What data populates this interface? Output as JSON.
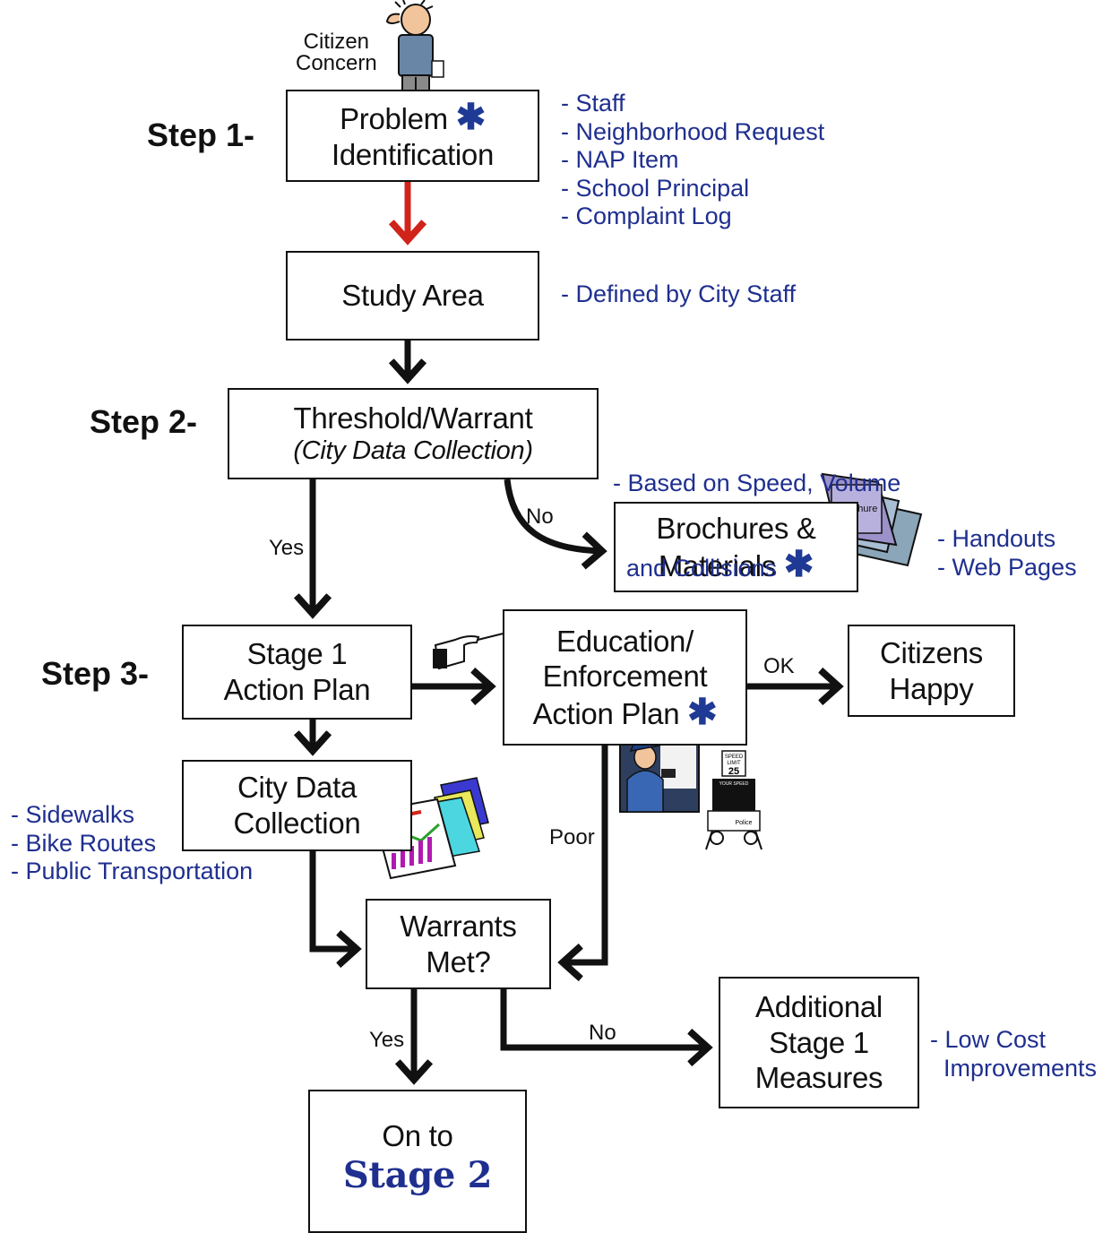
{
  "citizen_concern": [
    "Citizen",
    "Concern"
  ],
  "steps": {
    "step1": "Step 1-",
    "step2": "Step 2-",
    "step3": "Step 3-"
  },
  "boxes": {
    "problem_identification": [
      "Problem",
      "Identification"
    ],
    "study_area": "Study Area",
    "threshold_warrant": "Threshold/Warrant",
    "threshold_sub": "(City Data Collection)",
    "brochures": [
      "Brochures &",
      "Materials"
    ],
    "stage1_action_plan": [
      "Stage 1",
      "Action Plan"
    ],
    "education_enforcement": [
      "Education/",
      "Enforcement",
      "Action Plan"
    ],
    "citizens_happy": [
      "Citizens",
      "Happy"
    ],
    "city_data_collection": [
      "City Data",
      "Collection"
    ],
    "warrants_met": [
      "Warrants",
      "Met?"
    ],
    "additional_measures": [
      "Additional",
      "Stage 1",
      "Measures"
    ],
    "on_to": "On to",
    "stage2": "Stage 2"
  },
  "asterisk": "✱",
  "side_notes": {
    "problem_sources": [
      "- Staff",
      "- Neighborhood Request",
      "- NAP Item",
      "- School Principal",
      "- Complaint Log"
    ],
    "study_area": [
      "- Defined by City Staff"
    ],
    "threshold": [
      "- Based on Speed, Volume",
      "  and Collisions"
    ],
    "brochures": [
      "- Handouts",
      "- Web Pages"
    ],
    "city_data": [
      "- Sidewalks",
      "- Bike Routes",
      "- Public Transportation"
    ],
    "additional": [
      "- Low Cost",
      "  Improvements"
    ]
  },
  "edge_labels": {
    "threshold_no": "No",
    "threshold_yes": "Yes",
    "ok": "OK",
    "poor": "Poor",
    "warrants_yes": "Yes",
    "warrants_no": "No"
  },
  "clipart": {
    "brochure_label": "Brochure",
    "speed_sign": [
      "SPEED",
      "LIMIT",
      "25"
    ],
    "your_speed": "YOUR SPEED",
    "police": "Police"
  },
  "colors": {
    "note_blue": "#1f2f8f",
    "asterisk_blue": "#1f3a94",
    "arrow_red": "#d0241a",
    "arrow_black": "#111111"
  }
}
